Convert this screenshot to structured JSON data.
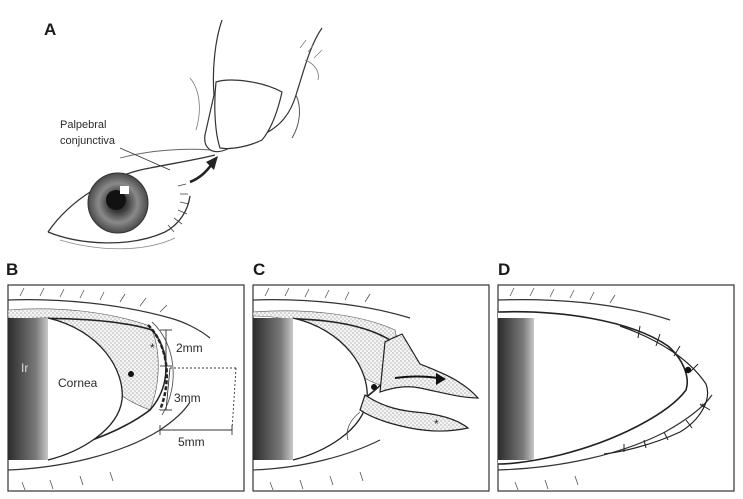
{
  "panels": {
    "a": {
      "letter": "A",
      "label_line1": "Palpebral",
      "label_line2": "conjunctiva"
    },
    "b": {
      "letter": "B",
      "iris": "Ir",
      "cornea": "Cornea",
      "asterisk": "*",
      "dim_2mm": "2mm",
      "dim_3mm": "3mm",
      "dim_5mm": "5mm"
    },
    "c": {
      "letter": "C",
      "asterisk": "*"
    },
    "d": {
      "letter": "D",
      "asterisk": "*"
    }
  }
}
